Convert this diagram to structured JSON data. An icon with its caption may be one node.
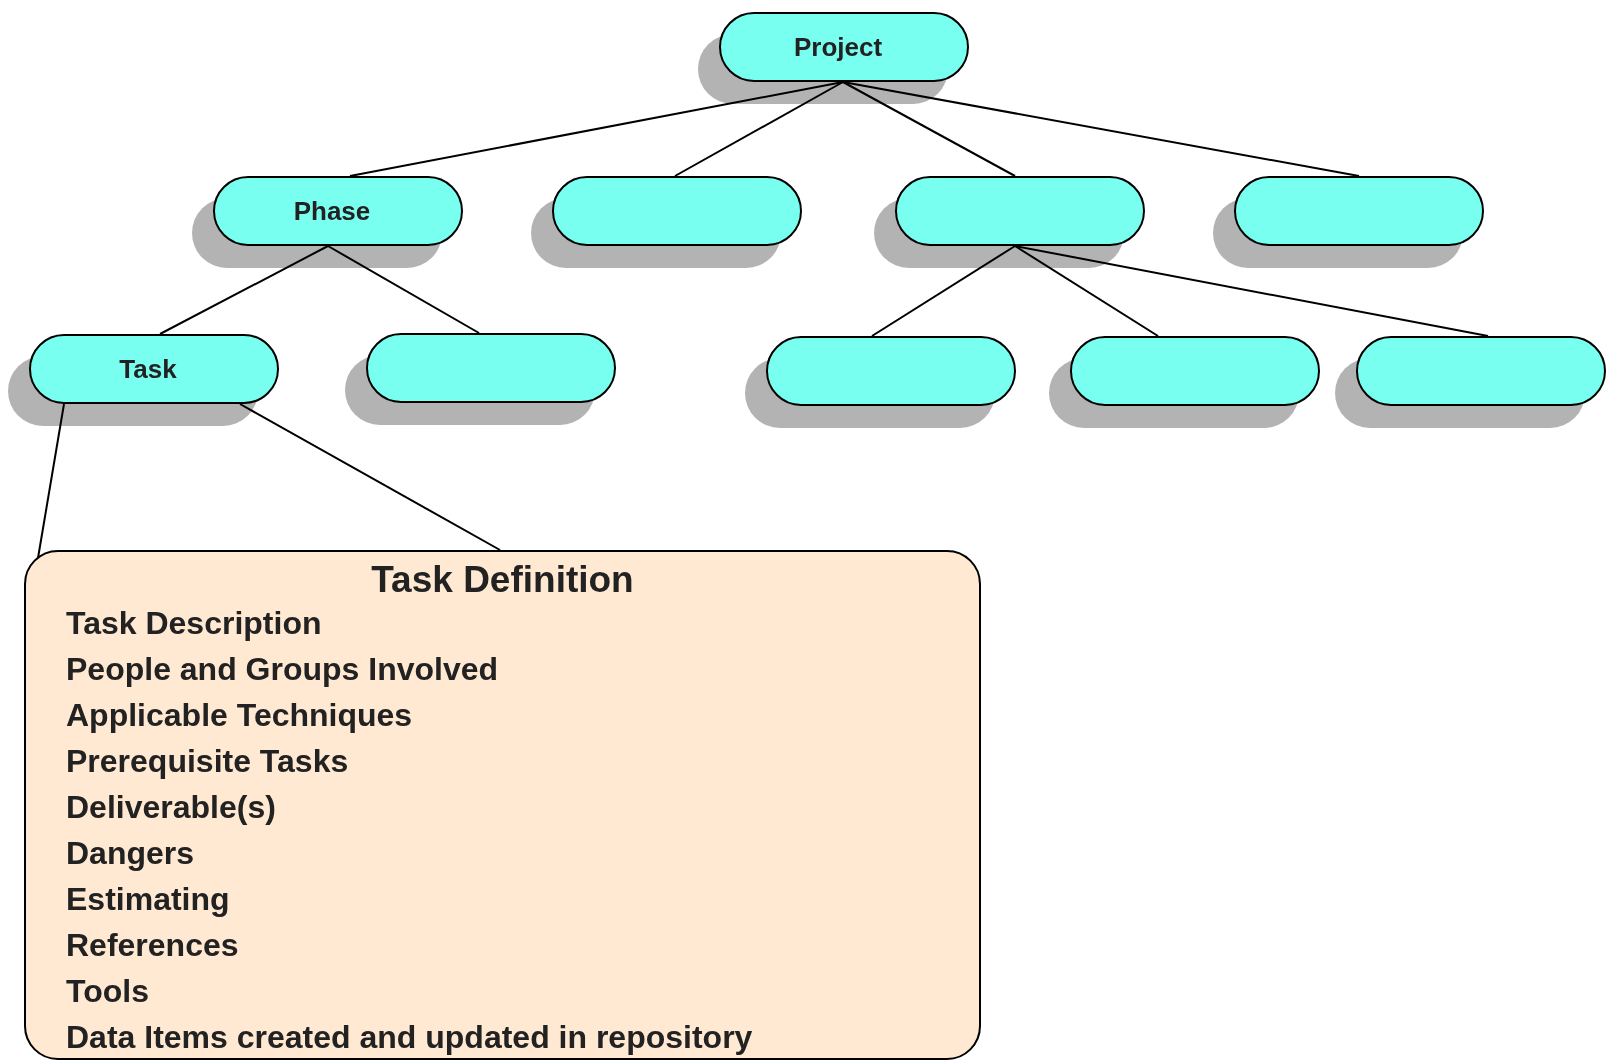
{
  "diagram": {
    "nodes": [
      {
        "text": [
          "Project"
        ]
      },
      {
        "text": [
          "Phase"
        ]
      },
      {
        "text": [],
        "shape": "box"
      },
      {
        "text": [],
        "shape": "box"
      },
      {
        "text": [],
        "shape": "box"
      },
      {
        "text": [
          "Task"
        ]
      },
      {
        "text": [],
        "shape": "box"
      },
      {
        "text": [],
        "shape": "box"
      },
      {
        "text": [],
        "shape": "box"
      },
      {
        "text": [],
        "shape": "box"
      },
      {
        "text": [
          "Task Definition",
          "Task Description",
          "People and Groups Involved",
          "Applicable Techniques",
          "Prerequisite Tasks",
          "Deliverable(s)",
          "Dangers",
          "Estimating",
          "References",
          "Tools",
          "Data Items created and updated in repository"
        ]
      }
    ],
    "edges": [
      {
        "from": 0,
        "to": 1,
        "arrow": "none"
      },
      {
        "from": 0,
        "to": 2,
        "arrow": "none"
      },
      {
        "from": 0,
        "to": 3,
        "arrow": "none"
      },
      {
        "from": 0,
        "to": 4,
        "arrow": "none"
      },
      {
        "from": 1,
        "to": 5,
        "arrow": "none"
      },
      {
        "from": 1,
        "to": 6,
        "arrow": "none"
      },
      {
        "from": 3,
        "to": 7,
        "arrow": "none"
      },
      {
        "from": 3,
        "to": 8,
        "arrow": "none"
      },
      {
        "from": 3,
        "to": 9,
        "arrow": "none"
      },
      {
        "from": 5,
        "to": 10,
        "arrow": "none"
      },
      {
        "from": 5,
        "to": 10,
        "arrow": "none"
      }
    ]
  }
}
